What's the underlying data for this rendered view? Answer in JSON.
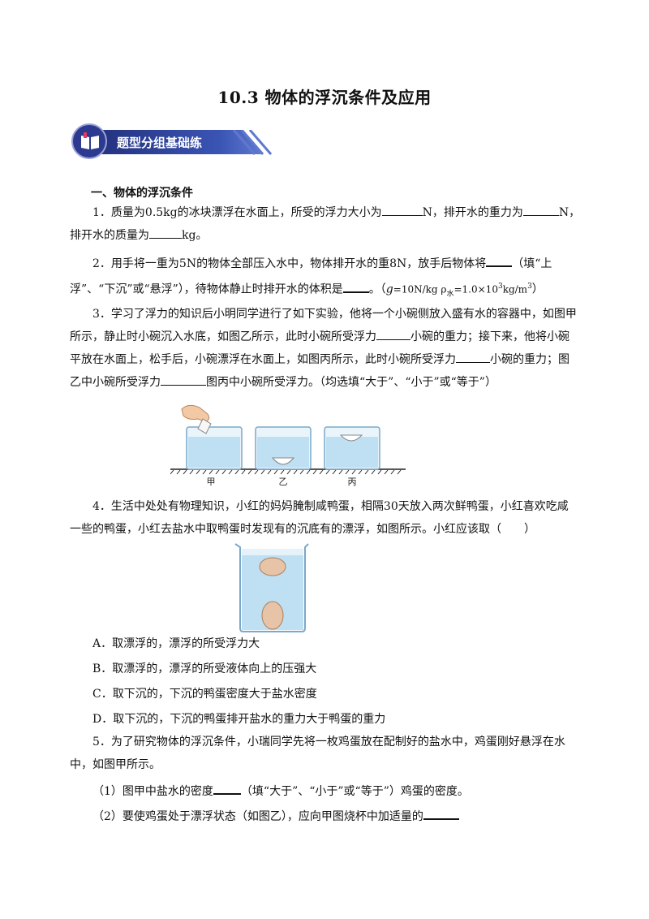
{
  "page_title": "10.3  物体的浮沉条件及应用",
  "banner_text": "题型分组基础练",
  "section_heading": "一、物体的浮沉条件",
  "q1": {
    "a": "1．质量为0.5kg的冰块漂浮在水面上，所受的浮力大小为",
    "b": "N，排开水的重力为",
    "c": "N，",
    "d": "排开水的质量为",
    "e": "kg。"
  },
  "q2": {
    "a": "2．用手将一重为5N的物体全部压入水中，物体排开水的重8N，放手后物体将",
    "b": "（填“上",
    "c": "浮”、“下沉”或“悬浮”），待物体静止时排开水的体积是",
    "d": "。（",
    "g": "g",
    "e": "=10N/kg  ρ",
    "water": "水",
    "f": "=1.0×10",
    "exp": "3",
    "unit": "kg/m",
    "unit_exp": "3",
    "close": "）"
  },
  "q3": {
    "line1": "3．学习了浮力的知识后小明同学进行了如下实验，他将一个小碗侧放入盛有水的容器中，如图甲",
    "line2a": "所示，静止时小碗沉入水底，如图乙所示，此时小碗所受浮力",
    "line2b": "小碗的重力；接下来，他将小碗",
    "line3a": "平放在水面上，松手后，小碗漂浮在水面上，如图丙所示，此时小碗所受浮力",
    "line3b": "小碗的重力；图",
    "line4a": "乙中小碗所受浮力",
    "line4b": "图丙中小碗所受浮力。（均选填“大于”、“小于”或“等于”）"
  },
  "fig3_labels": [
    "甲",
    "乙",
    "丙"
  ],
  "q4": {
    "line1": "4．生活中处处有物理知识，小红的妈妈腌制咸鸭蛋，相隔30天放入两次鲜鸭蛋，小红喜欢吃咸",
    "line2": "一些的鸭蛋，小红去盐水中取鸭蛋时发现有的沉底有的漂浮，如图所示。小红应该取（　　）"
  },
  "q4_options": [
    "A．取漂浮的，漂浮的所受浮力大",
    "B．取漂浮的，漂浮的所受液体向上的压强大",
    "C．取下沉的，下沉的鸭蛋密度大于盐水密度",
    "D．取下沉的，下沉的鸭蛋排开盐水的重力大于鸭蛋的重力"
  ],
  "q5": {
    "line1": "5．为了研究物体的浮沉条件，小瑞同学先将一枚鸡蛋放在配制好的盐水中，鸡蛋刚好悬浮在水",
    "line2": "中，如图甲所示。",
    "sub1a": "（1）图甲中盐水的密度",
    "sub1b": "（填“大于”、“小于”或“等于”）鸡蛋的密度。",
    "sub2a": "（2）要使鸡蛋处于漂浮状态（如图乙），应向甲图烧杯中加适量的"
  },
  "colors": {
    "banner": "#2c3a8f",
    "water": "#bfe0f2"
  }
}
